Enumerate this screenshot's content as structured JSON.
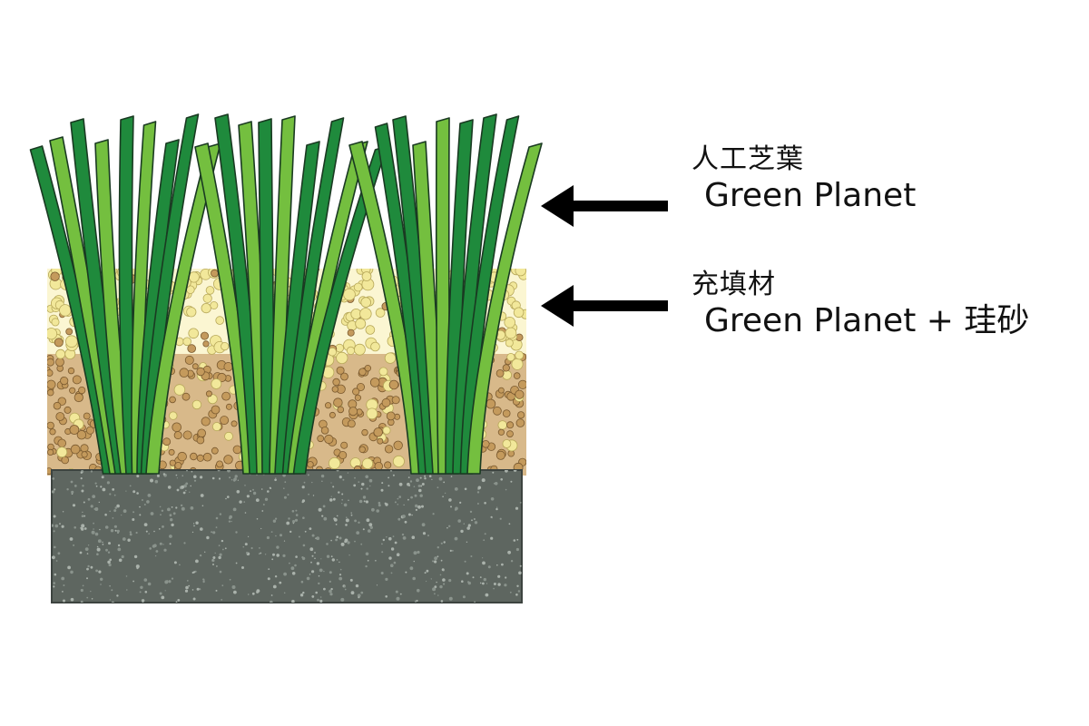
{
  "labels": {
    "turf": {
      "title": "人工芝葉",
      "product": "Green Planet"
    },
    "infill": {
      "title": "充填材",
      "product": "Green Planet + 珪砂"
    }
  },
  "colors": {
    "blade_dark": "#1f8a3c",
    "blade_light": "#74bf3f",
    "blade_outline": "#1a3a22",
    "infill_light": "#f2e89a",
    "infill_dark": "#c49a5c",
    "base": "#5e6660",
    "arrow": "#000000"
  },
  "icons": {
    "pointer": "arrow-left-icon"
  }
}
